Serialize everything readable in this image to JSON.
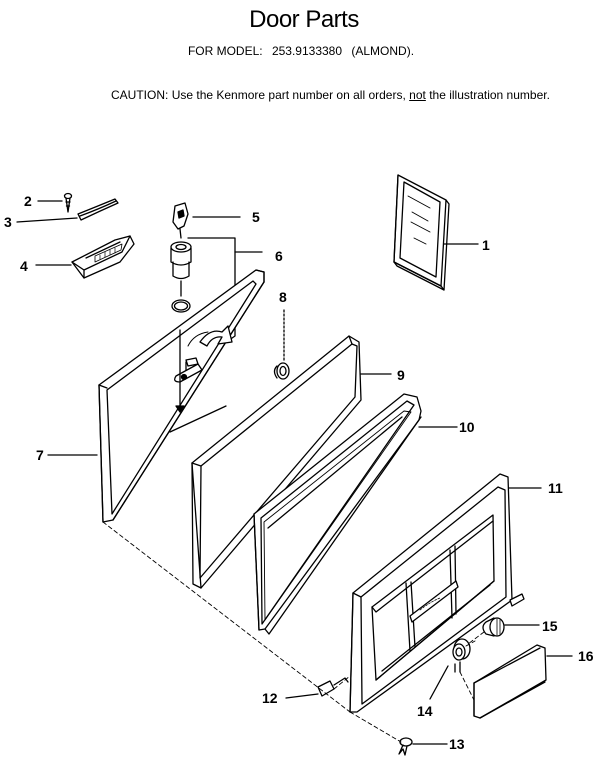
{
  "title": "Door Parts",
  "model": {
    "label": "FOR MODEL:",
    "number": "253.9133380",
    "variant": "(ALMOND)."
  },
  "caution": {
    "label": "CAUTION:",
    "text_before": "Use the Kenmore part number on all orders,",
    "emphasis": "not",
    "text_after": "the illustration number."
  },
  "callouts": [
    "1",
    "2",
    "3",
    "4",
    "5",
    "6",
    "7",
    "8",
    "9",
    "10",
    "11",
    "12",
    "13",
    "14",
    "15",
    "16"
  ]
}
